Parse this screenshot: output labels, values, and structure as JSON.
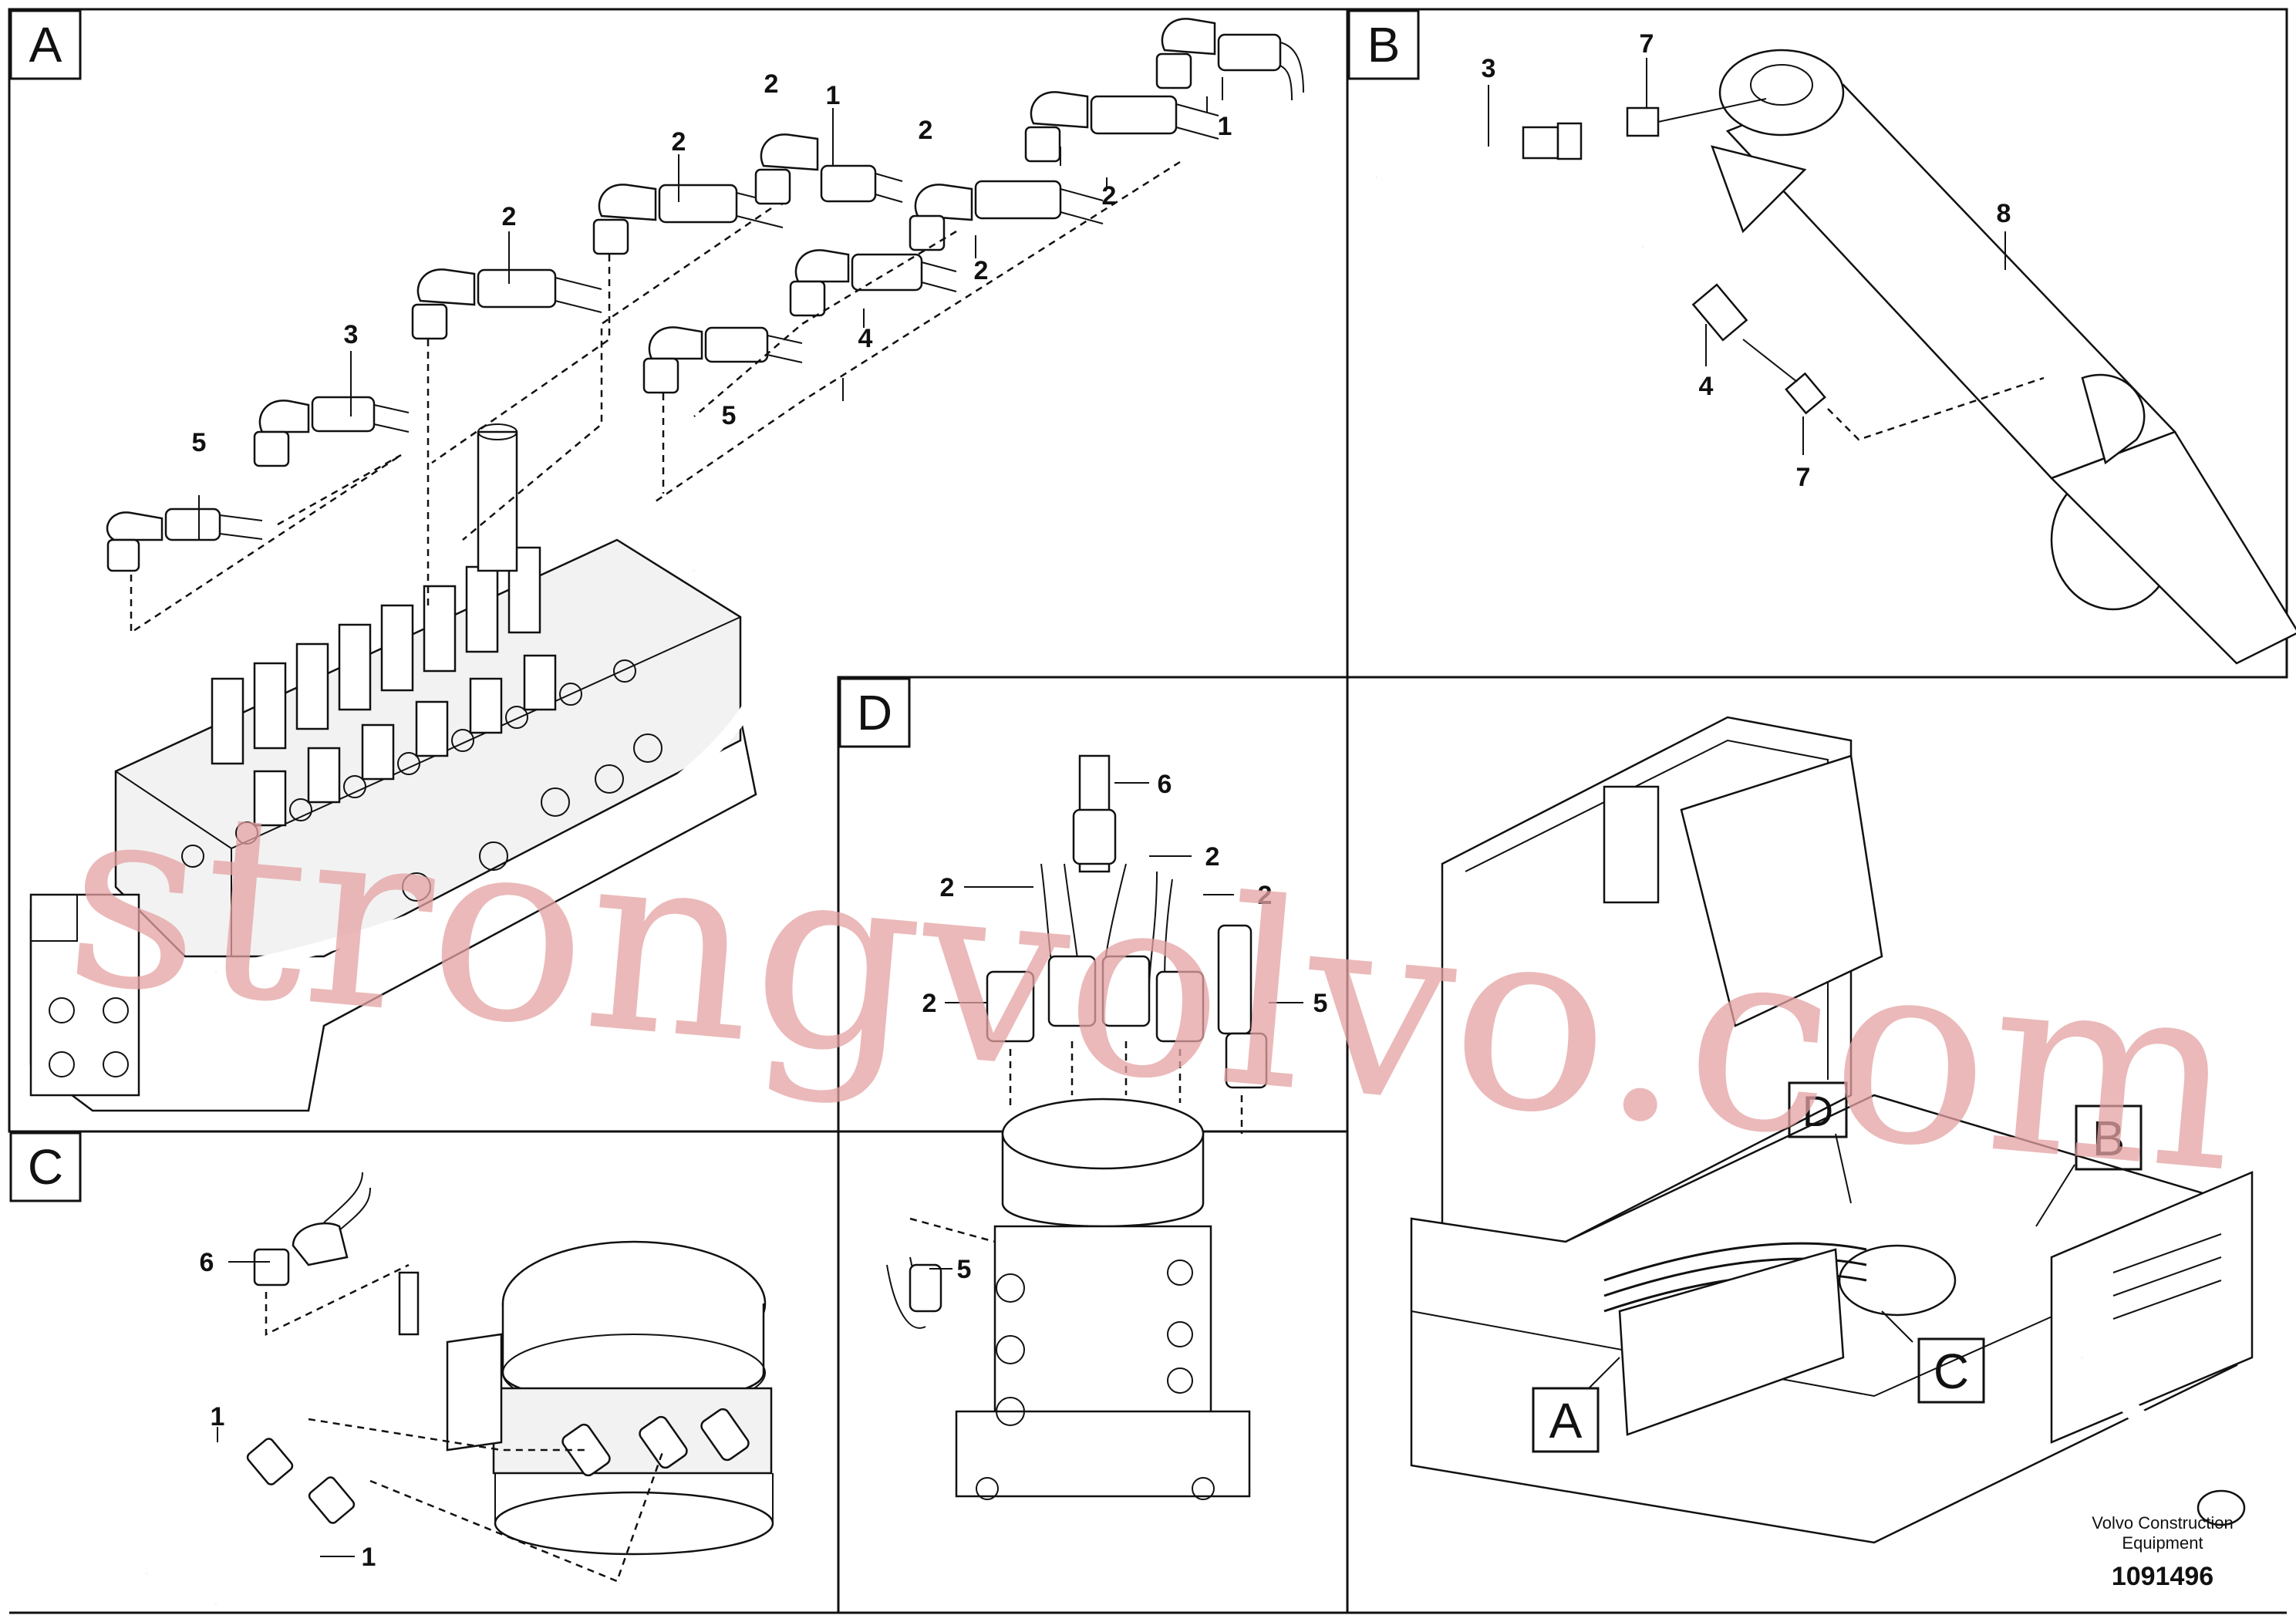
{
  "panels": {
    "A": {
      "label": "A"
    },
    "B": {
      "label": "B"
    },
    "C": {
      "label": "C"
    },
    "D": {
      "label": "D"
    }
  },
  "overview": {
    "labels": [
      "A",
      "B",
      "C",
      "D"
    ]
  },
  "callouts": {
    "A": [
      "1",
      "1",
      "2",
      "2",
      "2",
      "2",
      "2",
      "2",
      "3",
      "4",
      "5",
      "5"
    ],
    "B": [
      "3",
      "7",
      "8",
      "4",
      "7"
    ],
    "C": [
      "6",
      "1",
      "1"
    ],
    "D": [
      "6",
      "2",
      "2",
      "2",
      "2",
      "5",
      "5"
    ]
  },
  "watermark": "strongvolvo.com",
  "footer": {
    "company_line1": "Volvo Construction",
    "company_line2": "Equipment",
    "drawing_number": "1091496"
  }
}
